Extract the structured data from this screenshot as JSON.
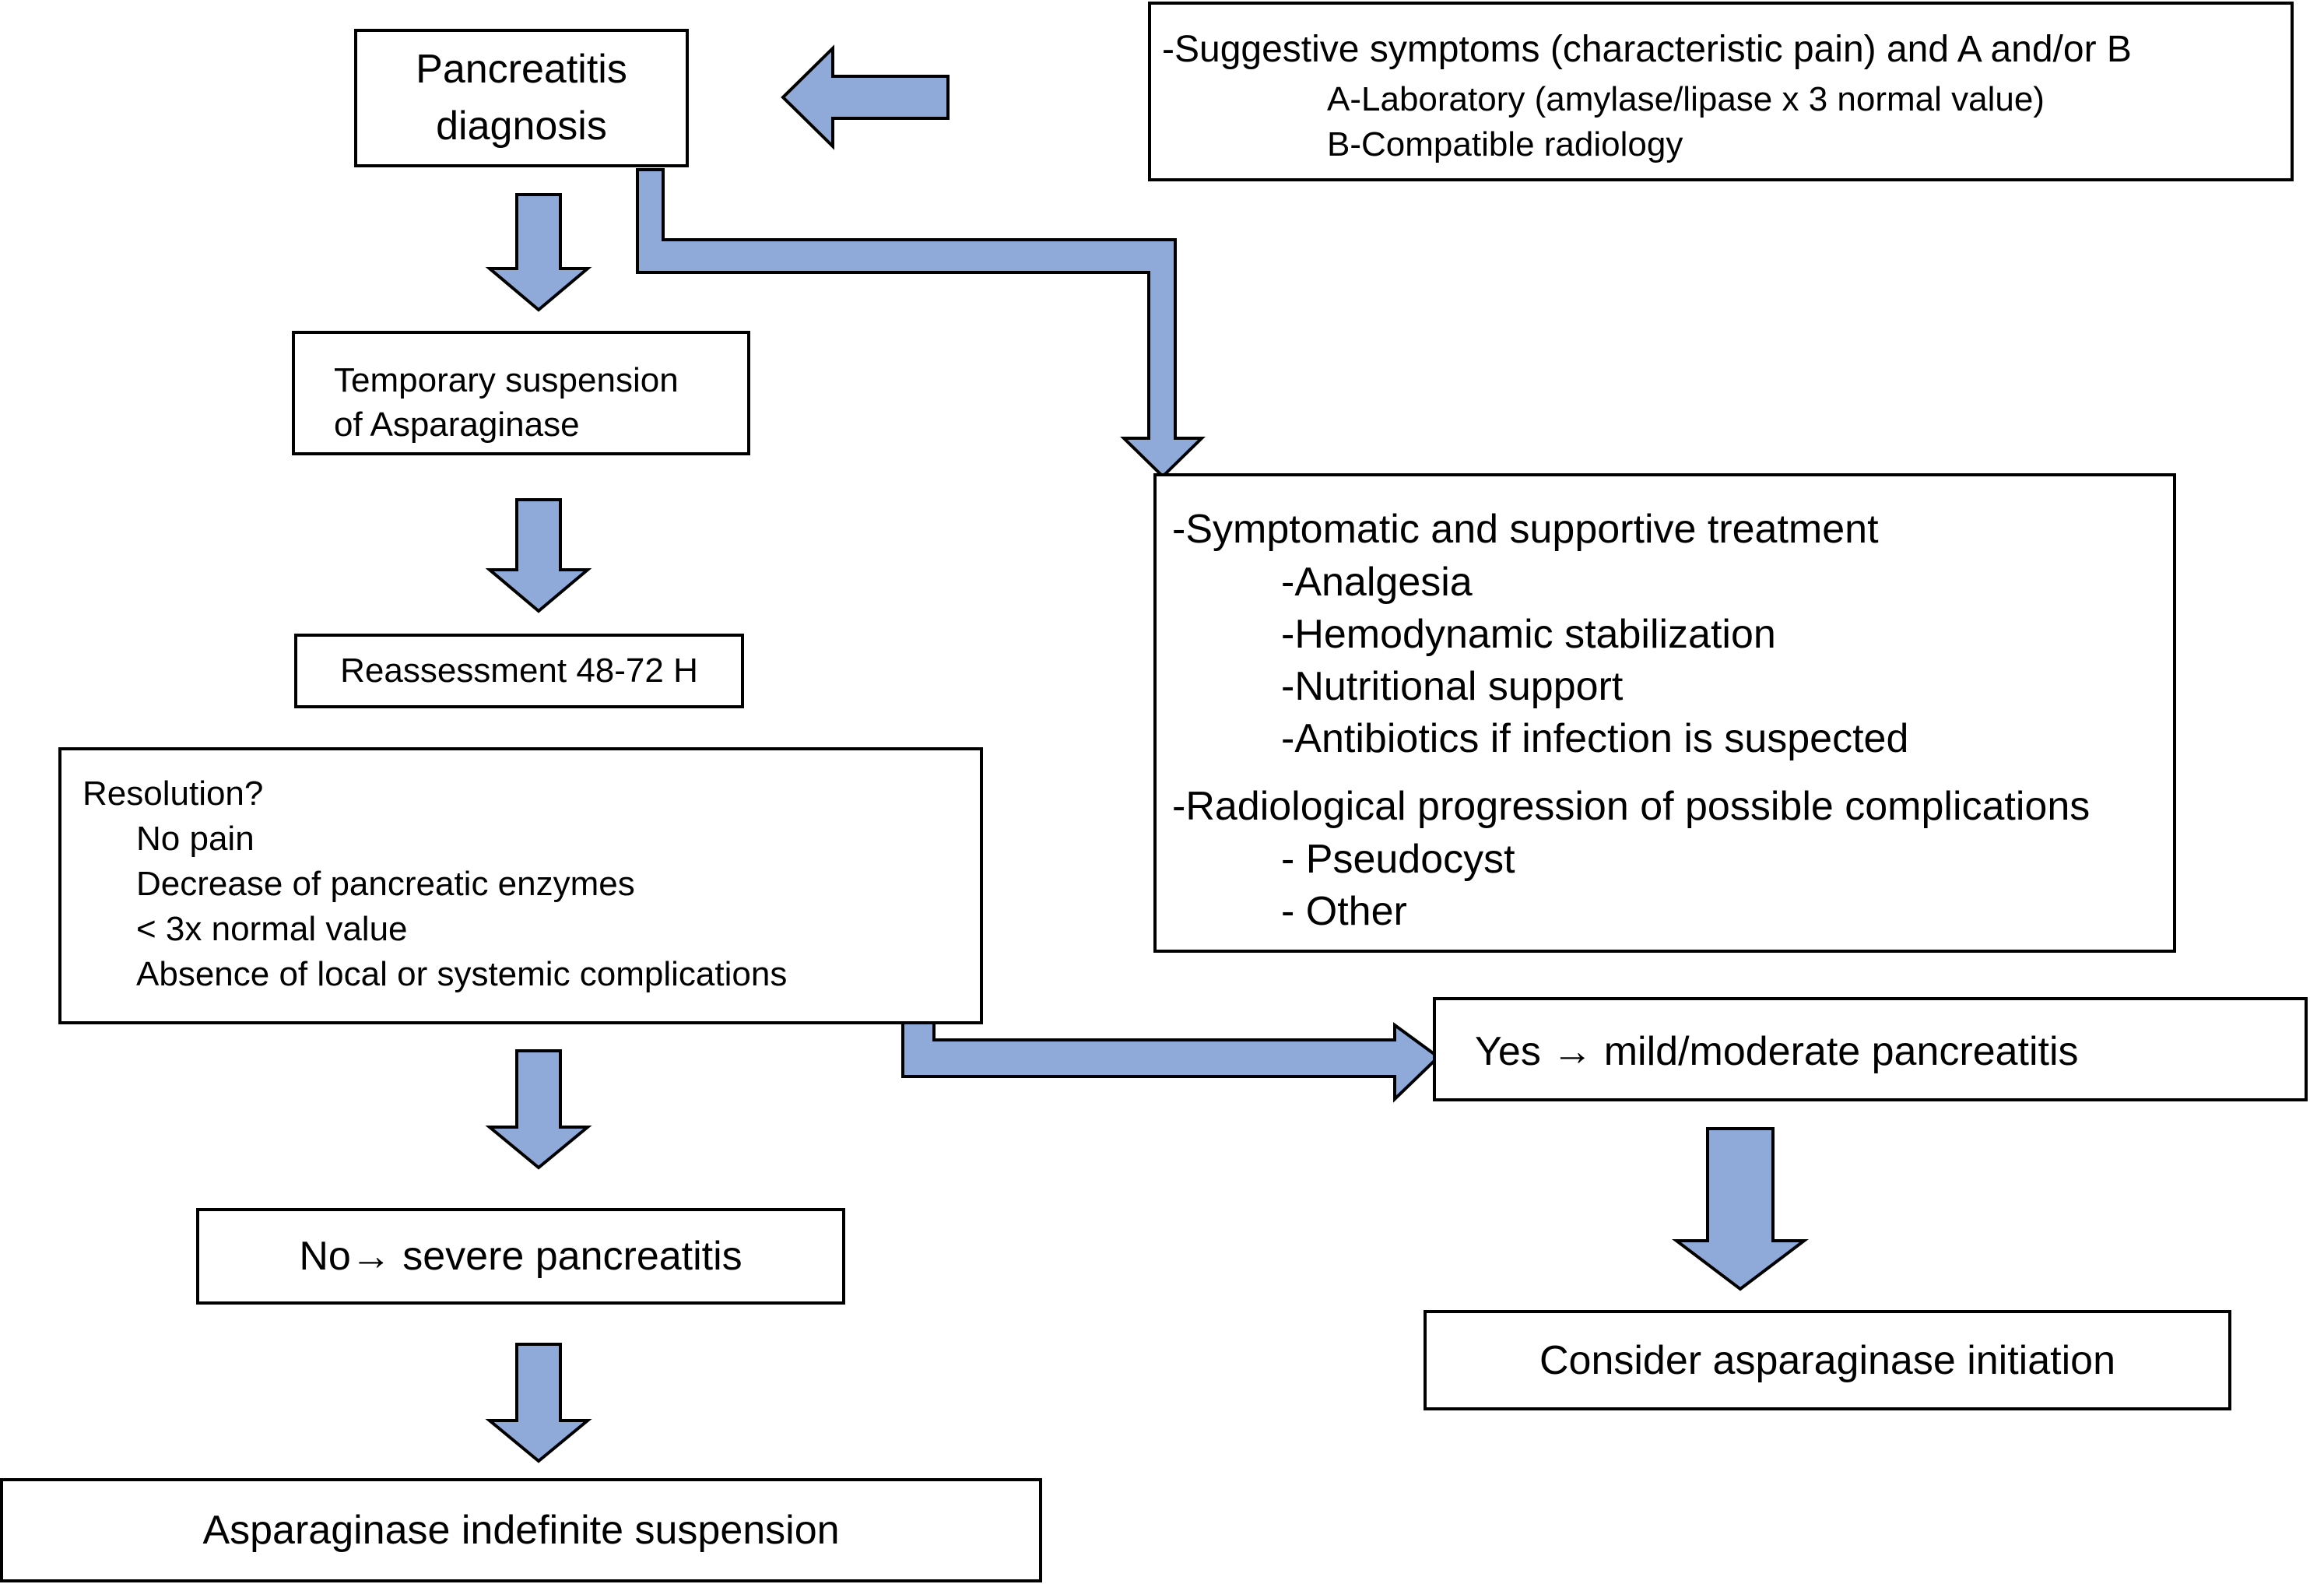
{
  "colors": {
    "arrow_fill": "#8fa9d8",
    "arrow_stroke": "#000000",
    "box_border": "#000000",
    "text": "#000000"
  },
  "diagnosis": {
    "line1": "Pancreatitis",
    "line2": "diagnosis"
  },
  "criteria": {
    "heading": "-Suggestive symptoms (characteristic pain) and A and/or B",
    "item_a": "A-Laboratory (amylase/lipase x 3 normal value)",
    "item_b": "B-Compatible radiology"
  },
  "suspension": {
    "line1": "Temporary suspension",
    "line2": "of Asparaginase"
  },
  "reassessment": {
    "label": "Reassessment 48-72 H"
  },
  "resolution": {
    "heading": "Resolution?",
    "items": [
      "No pain",
      "Decrease of pancreatic enzymes",
      "< 3x normal value",
      "Absence of local or systemic complications"
    ]
  },
  "treatment": {
    "heading": "-Symptomatic and supportive treatment",
    "items": [
      "-Analgesia",
      "-Hemodynamic stabilization",
      "-Nutritional support",
      "-Antibiotics if infection is suspected"
    ],
    "radiology_heading": "-Radiological progression of possible complications",
    "radiology_items": [
      "- Pseudocyst",
      "- Other"
    ]
  },
  "outcome_yes": {
    "label": "Yes → mild/moderate pancreatitis"
  },
  "outcome_no": {
    "label": "No→ severe pancreatitis"
  },
  "final_yes": {
    "label": "Consider asparaginase initiation"
  },
  "final_no": {
    "label": "Asparaginase indefinite suspension"
  }
}
